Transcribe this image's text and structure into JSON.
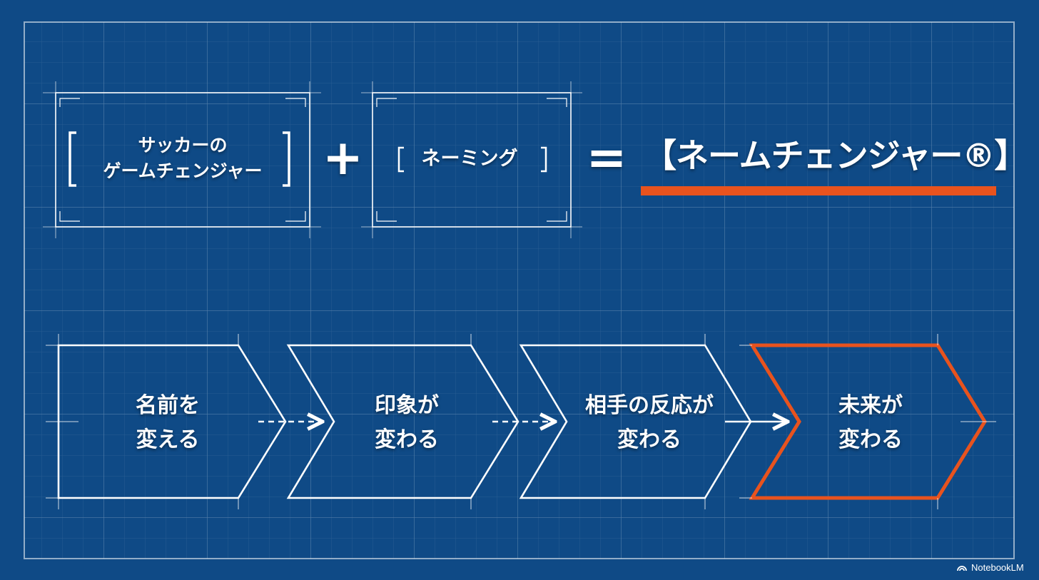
{
  "colors": {
    "background": "#0f4a86",
    "line": "#ffffff",
    "accent": "#e8531e"
  },
  "equation": {
    "box1_text": "サッカーの\nゲームチェンジャー",
    "plus": "+",
    "box2_text": "ネーミング",
    "equals": "=",
    "result": "【ネームチェンジャー®】"
  },
  "steps": [
    {
      "text": "名前を\n変える",
      "highlight": false
    },
    {
      "text": "印象が\n変わる",
      "highlight": false
    },
    {
      "text": "相手の反応が\n変わる",
      "highlight": false
    },
    {
      "text": "未来が\n変わる",
      "highlight": true
    }
  ],
  "branding": {
    "logo_icon": "notebooklm-logo-icon",
    "label": "NotebookLM"
  }
}
